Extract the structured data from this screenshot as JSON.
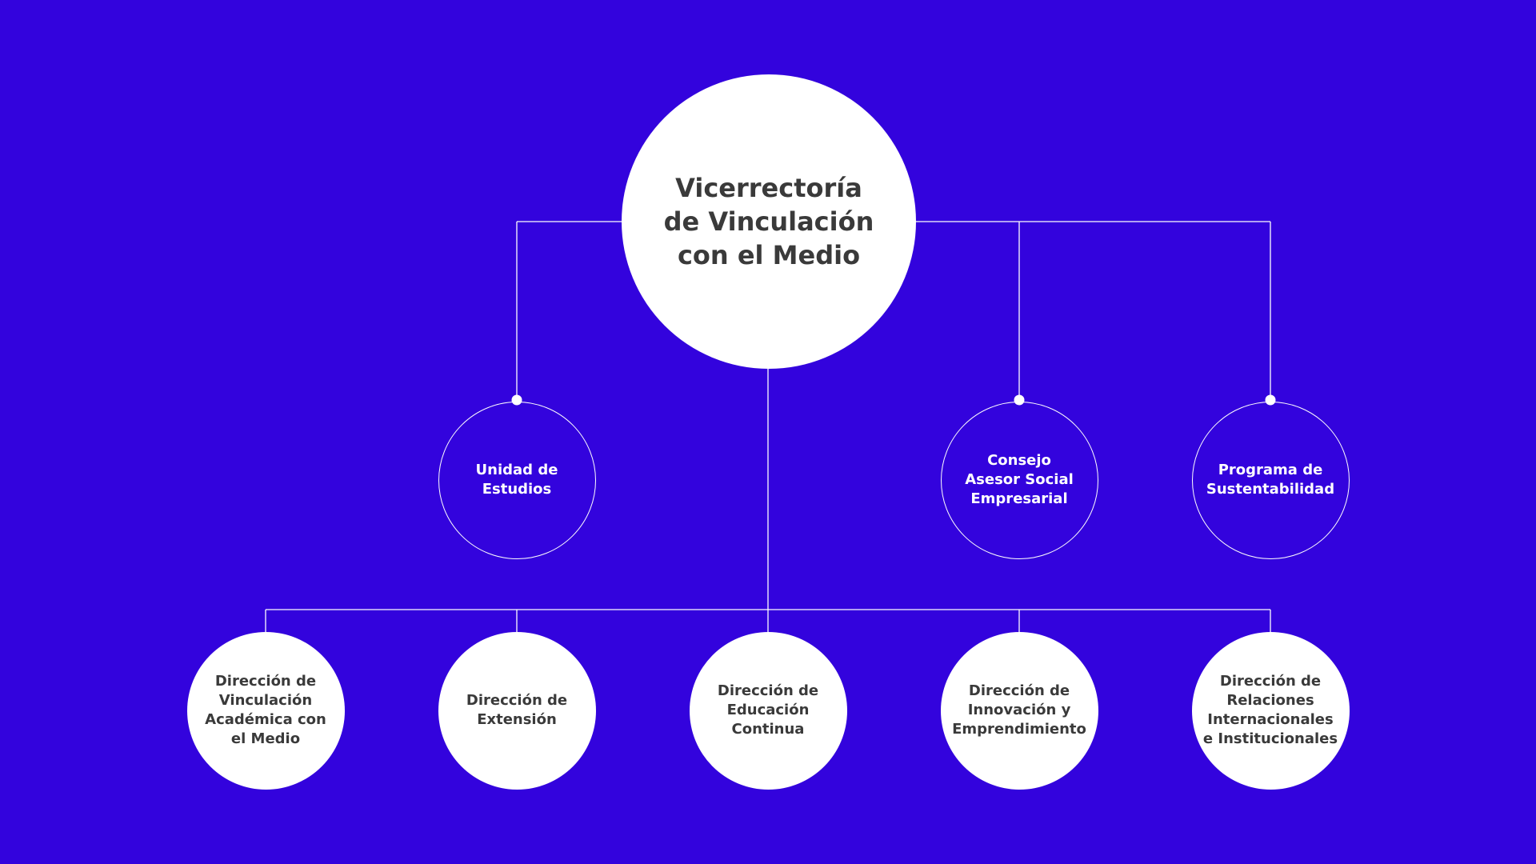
{
  "colors": {
    "background": "#3303DD",
    "node_fill": "#FFFFFF",
    "node_text_dark": "#3A3A3A",
    "node_text_light": "#FFFFFF",
    "connector": "#FFFFFF"
  },
  "top_node": {
    "label": "Vicerrectoría\nde Vinculación\ncon el Medio"
  },
  "staff_units": [
    {
      "label": "Unidad de\nEstudios"
    },
    {
      "label": "Consejo\nAsesor Social\nEmpresarial"
    },
    {
      "label": "Programa de\nSustentabilidad"
    }
  ],
  "directorates": [
    {
      "label": "Dirección de\nVinculación\nAcadémica con\nel Medio"
    },
    {
      "label": "Dirección de\nExtensión"
    },
    {
      "label": "Dirección de\nEducación\nContinua"
    },
    {
      "label": "Dirección de\nInnovación y\nEmprendimiento"
    },
    {
      "label": "Dirección de\nRelaciones\nInternacionales\ne Institucionales"
    }
  ]
}
